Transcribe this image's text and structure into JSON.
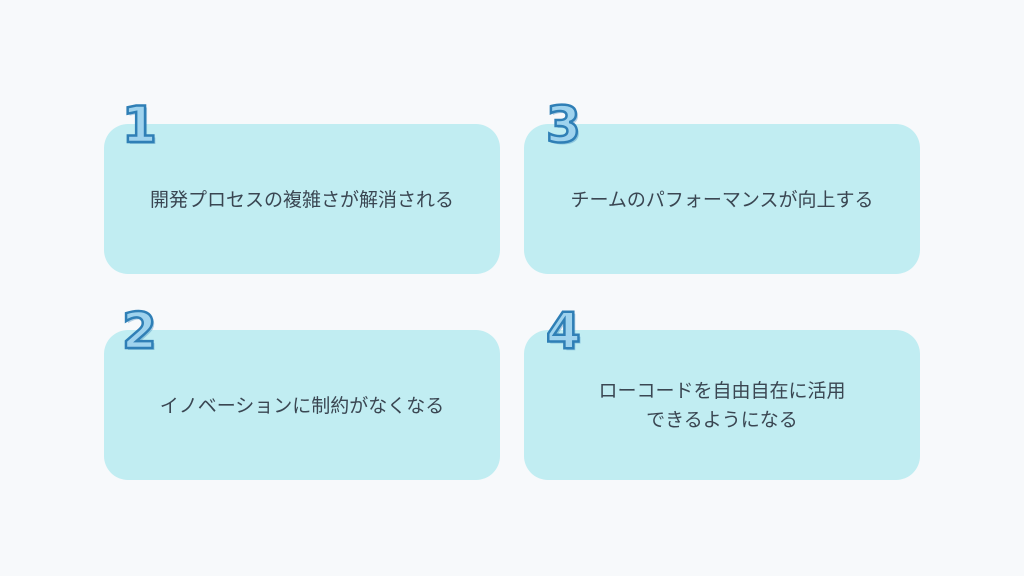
{
  "items": [
    {
      "number": "1",
      "text": "開発プロセスの複雑さが解消される"
    },
    {
      "number": "2",
      "text": "イノベーションに制約がなくなる"
    },
    {
      "number": "3",
      "text": "チームのパフォーマンスが向上する"
    },
    {
      "number": "4",
      "text": "ローコードを自由自在に活用\nできるようになる"
    }
  ],
  "colors": {
    "background": "#f7f9fb",
    "card": "#c1edf2",
    "number_fill": "#9fd3ee",
    "number_stroke": "#2f7fb6",
    "text": "#3a4652"
  }
}
